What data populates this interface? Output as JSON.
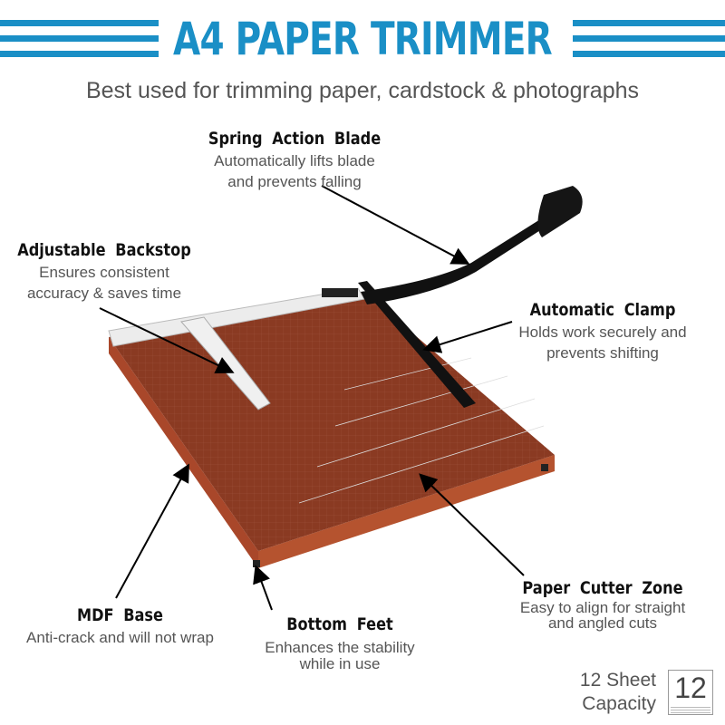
{
  "header": {
    "title": "A4 PAPER TRIMMER",
    "subtitle": "Best used for trimming paper, cardstock & photographs",
    "accent": "#1a8fc6"
  },
  "features": [
    {
      "title": "Spring Action Blade",
      "desc": [
        "Automatically lifts blade",
        "and prevents falling"
      ]
    },
    {
      "title": "Adjustable Backstop",
      "desc": [
        "Ensures consistent",
        "accuracy & saves time"
      ]
    },
    {
      "title": "Automatic Clamp",
      "desc": [
        "Holds work securely and",
        "prevents shifting"
      ]
    },
    {
      "title": "Paper Cutter Zone",
      "desc": [
        "Easy to align for straight",
        "and angled cuts"
      ]
    },
    {
      "title": "MDF Base",
      "desc": [
        "Anti-crack and will not wrap"
      ]
    },
    {
      "title": "Bottom Feet",
      "desc": [
        "Enhances the stability",
        "while in use"
      ]
    }
  ],
  "capacity": {
    "label_line1": "12 Sheet",
    "label_line2": "Capacity",
    "icon_value": "12"
  },
  "colors": {
    "board": "#8a3a22",
    "board_side": "#b2502c",
    "blade": "#111111",
    "backstop": "#e8e8e8"
  }
}
